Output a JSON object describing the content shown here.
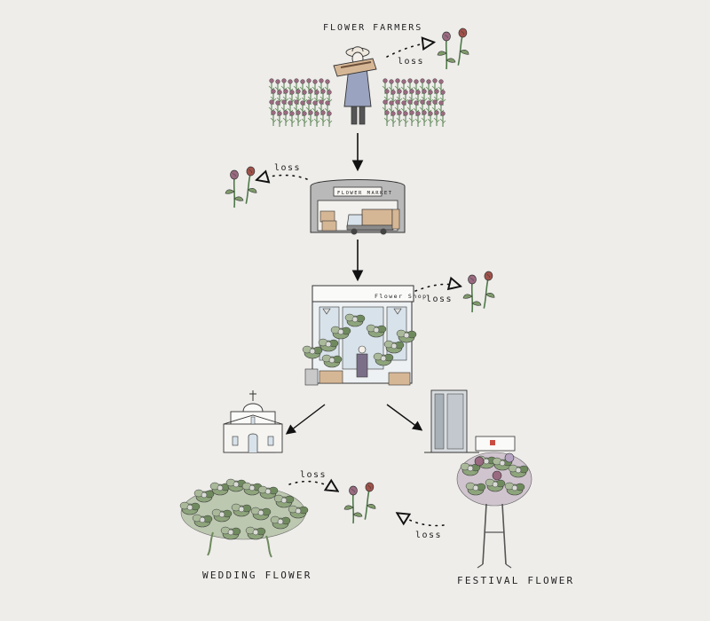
{
  "labels": {
    "farmers": "FLOWER FARMERS",
    "market_sign": "FLOWER MARKET",
    "shop_sign": "Flower Shop",
    "wedding": "WEDDING FLOWER",
    "festival": "FESTIVAL FLOWER",
    "loss_1": "loss",
    "loss_2": "loss",
    "loss_3": "loss",
    "loss_4": "loss",
    "loss_5": "loss"
  },
  "colors": {
    "background": "#eeedea",
    "ink": "#222222",
    "apron": "#9aa3bf",
    "flower_pink": "#9a6a80",
    "flower_red": "#a0524a",
    "stem_green": "#4f7a4a",
    "leaf_green": "#7e9a6a",
    "box": "#d6b795",
    "building_gray": "#b9b9b9",
    "window_blue": "#d8e2ea"
  },
  "icons": {
    "farmer": "farmer-figure-icon",
    "market": "market-building-icon",
    "shop": "flower-shop-icon",
    "church": "church-icon",
    "office": "office-tower-icon",
    "rose_pair": "rose-pair-icon"
  }
}
